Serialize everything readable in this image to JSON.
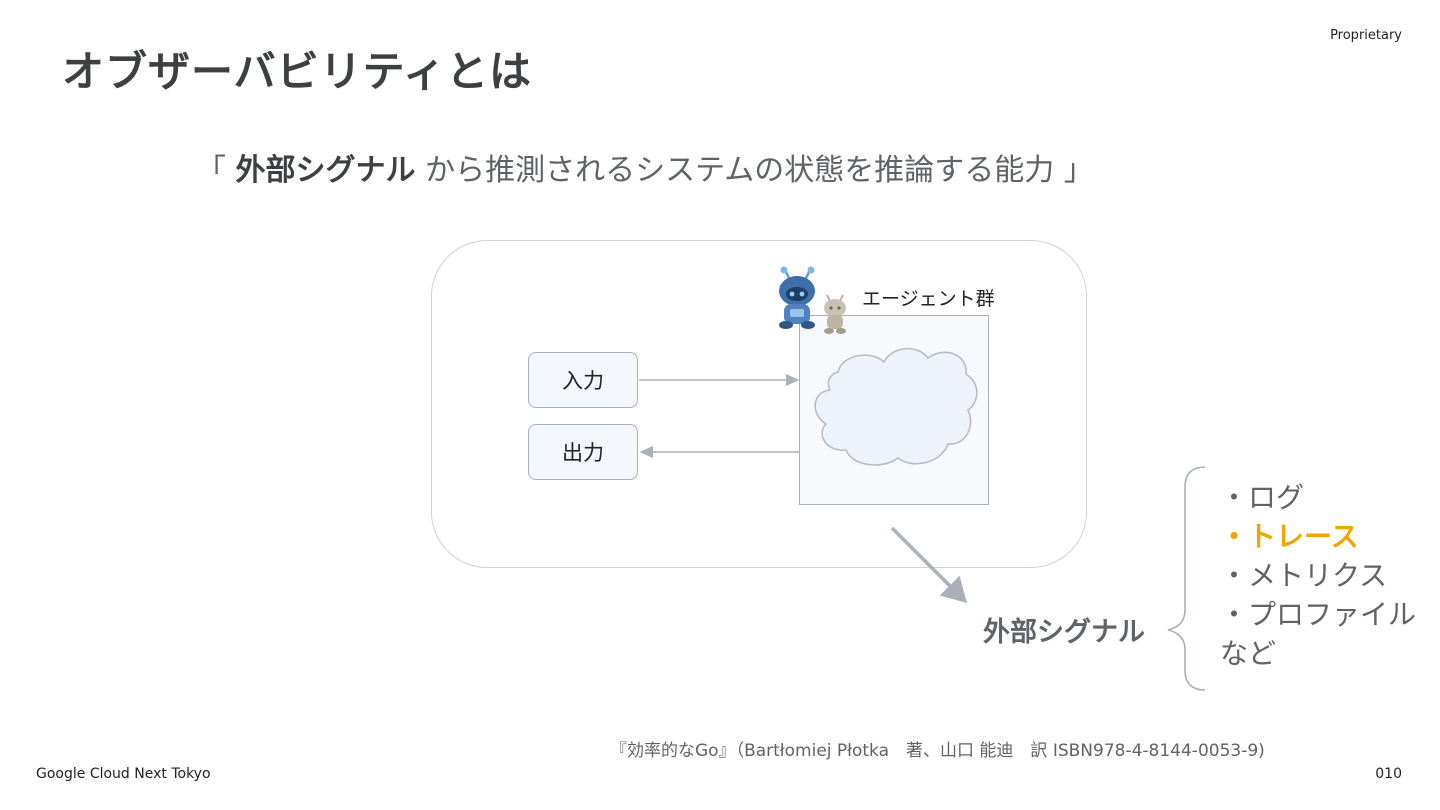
{
  "header": {
    "title": "オブザーバビリティとは",
    "proprietary": "Proprietary"
  },
  "definition": {
    "open_quote": "「",
    "bold_term": "外部シグナル",
    "rest": "から推測されるシステムの状態を推論する能力",
    "close_quote": "」"
  },
  "diagram": {
    "input_label": "入力",
    "output_label": "出力",
    "agent_group_label": "エージェント群",
    "external_signal_label": "外部シグナル",
    "colors": {
      "frame": "#cfd2d6",
      "box_border": "#a9b0b8",
      "box_fill": "#f4f7fb",
      "cloud_fill": "#eef3fb",
      "arrow": "#a9b0b8",
      "robot_blue": "#3e6fa8",
      "robot_beige": "#c9c2b2"
    }
  },
  "signals": {
    "items": [
      "・ログ",
      "・トレース",
      "・メトリクス",
      "・プロファイル",
      "など"
    ],
    "highlight_color": "#f4a300"
  },
  "citation": "『効率的なGo』（Bartłomiej Płotka　著、山口 能迪　訳 ISBN978-4-8144-0053-9)",
  "footer": {
    "brand": "Google Cloud Next Tokyo",
    "page_number": "010"
  }
}
